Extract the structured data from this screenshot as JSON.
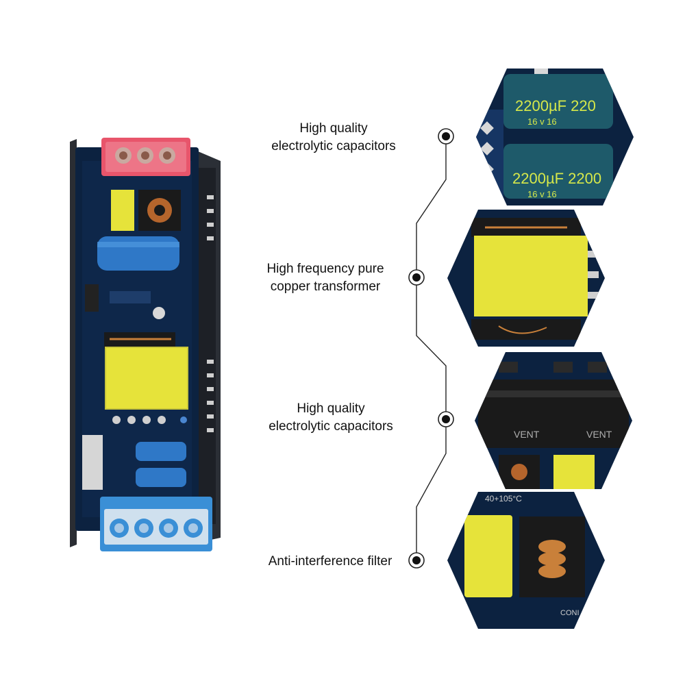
{
  "features": [
    {
      "line1": "High quality",
      "line2": "electrolytic capacitors",
      "detail_text": "2200µF 220",
      "detail_text2": "16  v  16",
      "detail_text3": "2200µF 2200",
      "detail_text4": "16  v  16"
    },
    {
      "line1": "High frequency pure",
      "line2": "copper transformer"
    },
    {
      "line1": "High quality",
      "line2": "electrolytic capacitors",
      "detail_text": "VENT",
      "detail_text2": "VENT"
    },
    {
      "line1": "Anti-interference filter",
      "line2": "",
      "detail_text": "40+105°C",
      "detail_text2": "CONI"
    }
  ],
  "colors": {
    "pcb": "#0c2240",
    "pcb_light": "#163563",
    "yellow": "#e6e33a",
    "connector_red": "#e8556b",
    "connector_blue": "#3a8fd6",
    "capacitor_blue": "#2f78c7",
    "capacitor_black": "#1a1a1a",
    "capacitor_teal": "#1e5a6a"
  },
  "icons": [
    "node-dot-icon"
  ]
}
